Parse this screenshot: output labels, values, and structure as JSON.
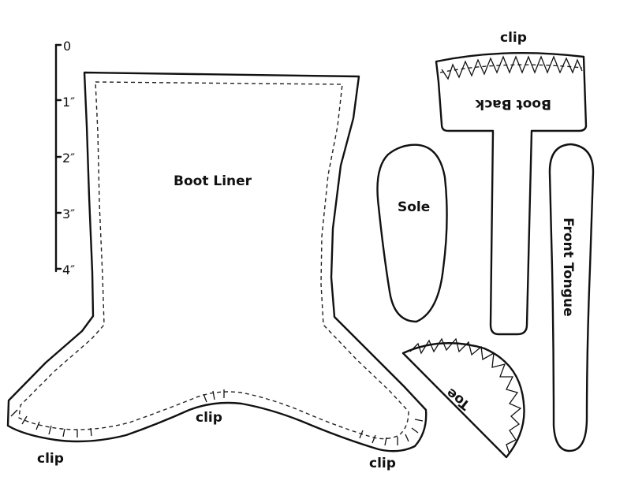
{
  "ruler": {
    "ticks": [
      "0",
      "1″",
      "2″",
      "3″",
      "4″"
    ]
  },
  "pieces": {
    "boot_liner": "Boot Liner",
    "sole": "Sole",
    "boot_back": "Boot Back",
    "front_tongue": "Front Tongue",
    "toe": "Toe"
  },
  "clip_label": "clip"
}
